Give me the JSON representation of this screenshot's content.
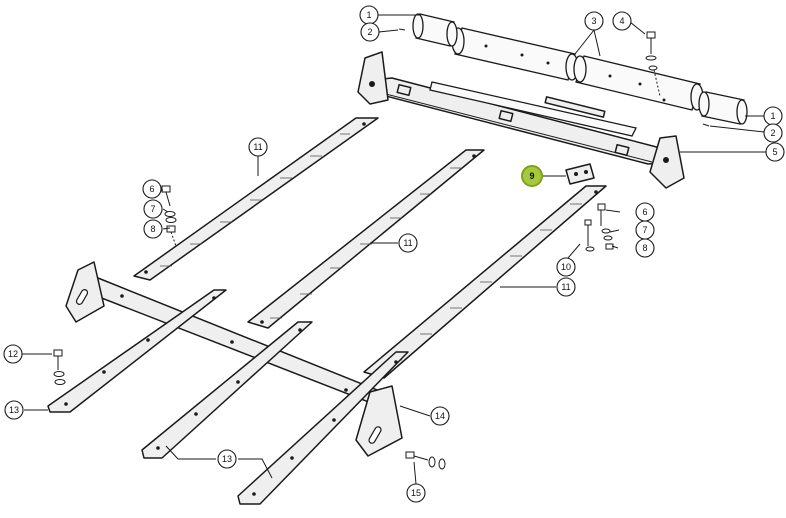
{
  "callouts": [
    {
      "id": "c1a",
      "label": "1"
    },
    {
      "id": "c2a",
      "label": "2"
    },
    {
      "id": "c3",
      "label": "3"
    },
    {
      "id": "c4",
      "label": "4"
    },
    {
      "id": "c1b",
      "label": "1"
    },
    {
      "id": "c2b",
      "label": "2"
    },
    {
      "id": "c5",
      "label": "5"
    },
    {
      "id": "c9",
      "label": "9",
      "highlight": true
    },
    {
      "id": "c11a",
      "label": "11"
    },
    {
      "id": "c6a",
      "label": "6"
    },
    {
      "id": "c7a",
      "label": "7"
    },
    {
      "id": "c8a",
      "label": "8"
    },
    {
      "id": "c11b",
      "label": "11"
    },
    {
      "id": "c6b",
      "label": "6"
    },
    {
      "id": "c7b",
      "label": "7"
    },
    {
      "id": "c8b",
      "label": "8"
    },
    {
      "id": "c10",
      "label": "10"
    },
    {
      "id": "c11c",
      "label": "11"
    },
    {
      "id": "c12",
      "label": "12"
    },
    {
      "id": "c13a",
      "label": "13"
    },
    {
      "id": "c14",
      "label": "14"
    },
    {
      "id": "c13b",
      "label": "13"
    },
    {
      "id": "c15",
      "label": "15"
    }
  ],
  "colors": {
    "highlight": "#a6c93b",
    "line": "#1a1a1a"
  }
}
